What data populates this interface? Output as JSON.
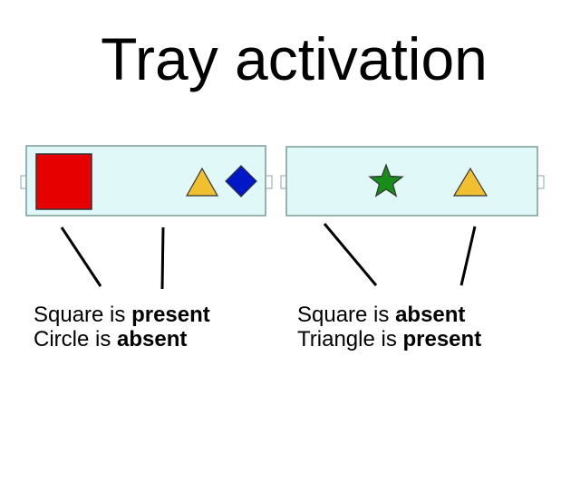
{
  "title": "Tray activation",
  "colors": {
    "tray_fill": "#e0f8f8",
    "tray_border": "#7a9a9a",
    "square": "#e60000",
    "triangle": "#f0c030",
    "diamond": "#0018c8",
    "star": "#1a8c1a"
  },
  "trays": [
    {
      "shapes": [
        "square",
        "triangle",
        "diamond"
      ],
      "captions": [
        {
          "prefix": "Square is ",
          "state": "present"
        },
        {
          "prefix": "Circle is ",
          "state": "absent"
        }
      ]
    },
    {
      "shapes": [
        "star",
        "triangle"
      ],
      "captions": [
        {
          "prefix": "Square is ",
          "state": "absent"
        },
        {
          "prefix": "Triangle is ",
          "state": "present"
        }
      ]
    }
  ]
}
